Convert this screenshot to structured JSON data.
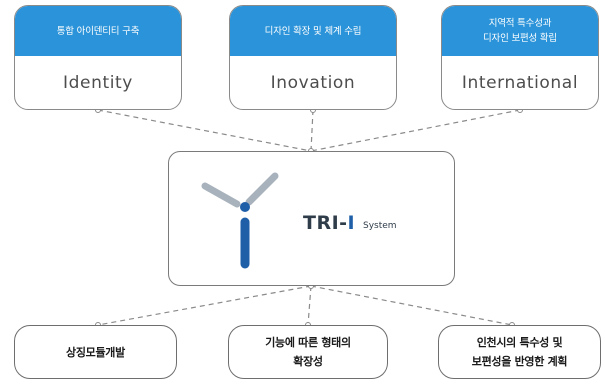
{
  "top_cards": [
    {
      "header_lines": [
        "통합 아이덴티티 구축"
      ],
      "label": "Identity"
    },
    {
      "header_lines": [
        "디자인 확장 및 체계 수립"
      ],
      "label": "Inovation"
    },
    {
      "header_lines": [
        "지역적 특수성과",
        "디자인 보편성 확립"
      ],
      "label": "International"
    }
  ],
  "center": {
    "brand_prefix": "TRI-",
    "brand_letter": "I",
    "brand_suffix": "System"
  },
  "bottom_boxes": [
    {
      "lines": [
        "상징모듈개발"
      ]
    },
    {
      "lines": [
        "기능에 따른 형태의",
        "확장성"
      ]
    },
    {
      "lines": [
        "인천시의 특수성 및",
        "보편성을 반영한 계획"
      ]
    }
  ],
  "colors": {
    "header_blue": "#2a93d9",
    "logo_blue": "#1f5fa8",
    "logo_gray": "#a8b2bc",
    "connector": "#8a8a8a"
  }
}
